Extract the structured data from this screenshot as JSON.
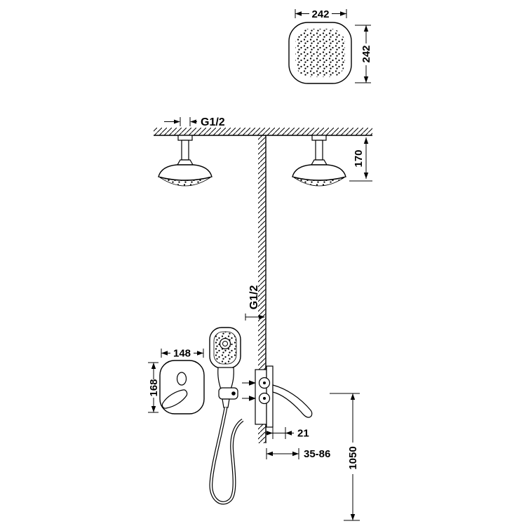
{
  "diagram": {
    "type": "shower-system-installation-dimension-drawing",
    "colors": {
      "line": "#000000",
      "background": "#ffffff"
    },
    "dims": {
      "plan_width": "242",
      "plan_depth": "242",
      "ceiling_thread": "G1/2",
      "ceiling_to_head": "170",
      "wall_thread": "G1/2",
      "plate_width": "148",
      "plate_height": "168",
      "handle_offset": "21",
      "rough_in_depth": "35-86",
      "mounting_height": "1050"
    }
  }
}
